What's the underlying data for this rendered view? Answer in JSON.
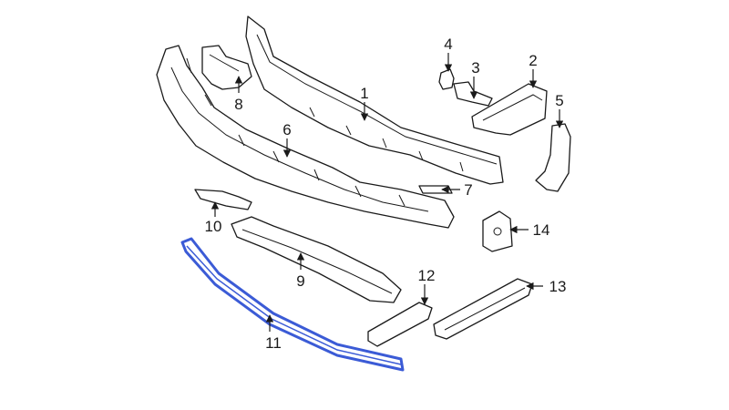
{
  "diagram": {
    "highlight_color": "#3b5bd6",
    "callouts": [
      "1",
      "2",
      "3",
      "4",
      "5",
      "6",
      "7",
      "8",
      "9",
      "10",
      "11",
      "12",
      "13",
      "14"
    ]
  }
}
